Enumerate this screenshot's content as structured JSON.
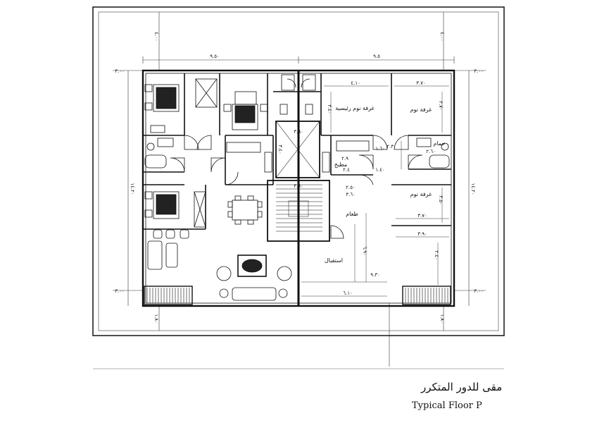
{
  "caption": {
    "arabic": "مقى للدور المتكرر",
    "english": "Typical Floor P"
  },
  "rooms": {
    "master_bedroom": "غرفة نوم رئيسية",
    "bedroom_top": "غرفة نوم",
    "bedroom_mid": "غرفة نوم",
    "bathroom": "حمام",
    "kitchen": "مطبخ",
    "dining": "طعام",
    "reception": "استقبال"
  },
  "dimensions": {
    "top_left": "٩.٥٠",
    "top_right": "٩.٥",
    "left_height": "١٤.٢٠",
    "right_height": "١٤.٢٠",
    "setback_top_left": "٤.٠٠",
    "setback_top_right": "٤.٠٠",
    "setback_bottom_left": "١.٨٠",
    "setback_bottom_right": "١.٨٠",
    "side_tl": "٣.٠٠",
    "side_tr": "٣.٠٠",
    "side_bl": "٣.٠٠",
    "side_br": "٣.٠٠",
    "master_w": "٤.١٠",
    "bed_top_w": "٣.٧٠",
    "bed_top_h": "٢.٧٠",
    "bath_a": "٢.٣٠",
    "bath_b": "٢.٦٠",
    "bed_mid_h": "٣.٥٠",
    "bed_mid_w": "٣.٧٠",
    "living_w": "٣.٩٠",
    "living_h": "٢.٤٠",
    "kitchen_h": "٢.٩",
    "kitchen_w": "٢.٤",
    "stair_a": "٣.٦٠",
    "stair_b": "٣.٦٠",
    "stair_h": "٣.٤٠",
    "lobby_a": "٢.٥٠",
    "lobby_b": "٣.٦٠",
    "dining_h": "٦.٩٠",
    "recep_h": "٩.٣٠",
    "recep_w": "٦.١٠",
    "core_a": "١.٦٠",
    "core_b": "١.٤٠",
    "core_h": "٣.٤٠"
  }
}
